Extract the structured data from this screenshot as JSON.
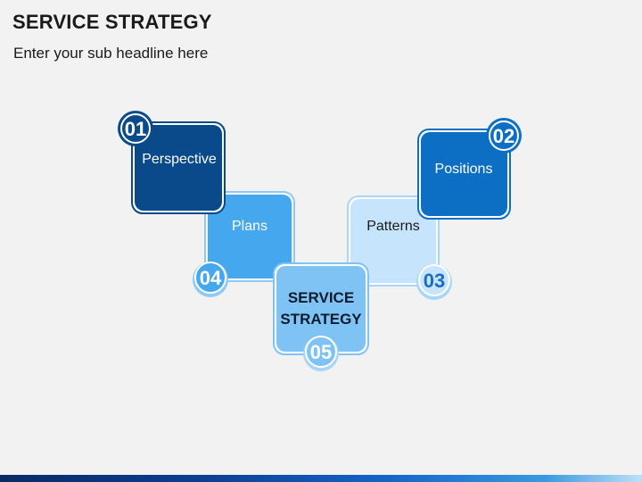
{
  "header": {
    "title": "SERVICE STRATEGY",
    "subtitle": "Enter your sub headline here"
  },
  "diagram": {
    "center": {
      "line1": "SERVICE",
      "line2": "STRATEGY",
      "number": "05",
      "color": "#7fc3f5"
    },
    "items": [
      {
        "number": "01",
        "label": "Perspective",
        "color": "#0b4a8a"
      },
      {
        "number": "02",
        "label": "Positions",
        "color": "#0d6fc4"
      },
      {
        "number": "03",
        "label": "Patterns",
        "color": "#c6e5fc"
      },
      {
        "number": "04",
        "label": "Plans",
        "color": "#45a8ee"
      }
    ]
  }
}
